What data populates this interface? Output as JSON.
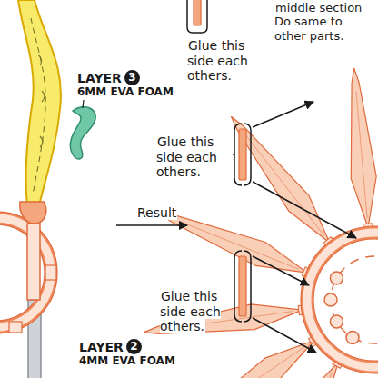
{
  "diagram": {
    "labels": [
      "middle section Do same to other parts.",
      "Glue this side each others.",
      "LAYER",
      "3",
      "6MM EVA FOAM",
      "Glue this side each others.",
      "Result",
      "Glue this side each others.",
      "LAYER",
      "2",
      "4MM EVA FOAM"
    ]
  }
}
